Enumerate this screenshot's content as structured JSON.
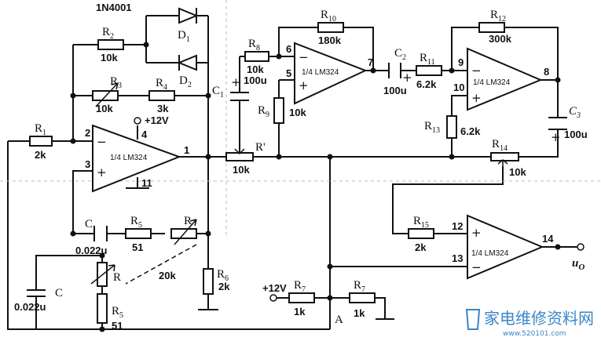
{
  "opamps": {
    "u1": {
      "label": "1/4 LM324",
      "pin_minus": "2",
      "pin_plus": "3",
      "pin_out": "1",
      "pin_vcc": "4",
      "pin_gnd": "11",
      "supply": "+12V"
    },
    "u2": {
      "label": "1/4 LM324",
      "pin_minus": "6",
      "pin_plus": "5",
      "pin_out": "7"
    },
    "u3": {
      "label": "1/4 LM324",
      "pin_minus": "9",
      "pin_plus": "10",
      "pin_out": "8"
    },
    "u4": {
      "label": "1/4 LM324",
      "pin_plus": "12",
      "pin_minus": "13",
      "pin_out": "14"
    }
  },
  "diodes": {
    "d1": {
      "name": "D",
      "sub": "1",
      "part": "1N4001"
    },
    "d2": {
      "name": "D",
      "sub": "2"
    }
  },
  "resistors": {
    "r1": {
      "name": "R",
      "sub": "1",
      "value": "2k"
    },
    "r2": {
      "name": "R",
      "sub": "2",
      "value": "10k"
    },
    "r3": {
      "name": "R",
      "sub": "3",
      "value": "10k"
    },
    "r4": {
      "name": "R",
      "sub": "4",
      "value": "3k"
    },
    "r5_top": {
      "name": "R",
      "sub": "5",
      "value": "51"
    },
    "r5_bot": {
      "name": "R",
      "sub": "5",
      "value": "51"
    },
    "r_var_top": {
      "name": "R"
    },
    "r_var_bot": {
      "name": "R"
    },
    "r_gang_value": "20k",
    "r6": {
      "name": "R",
      "sub": "6",
      "value": "2k"
    },
    "r_prime": {
      "name": "R'",
      "value": "10k"
    },
    "r7_left": {
      "name": "R",
      "sub": "7",
      "value": "1k"
    },
    "r7_right": {
      "name": "R",
      "sub": "7",
      "value": "1k"
    },
    "r8": {
      "name": "R",
      "sub": "8",
      "value": "10k"
    },
    "r9": {
      "name": "R",
      "sub": "9",
      "value": "10k"
    },
    "r10": {
      "name": "R",
      "sub": "10",
      "value": "180k"
    },
    "r11": {
      "name": "R",
      "sub": "11",
      "value": "6.2k"
    },
    "r12": {
      "name": "R",
      "sub": "12",
      "value": "300k"
    },
    "r13": {
      "name": "R",
      "sub": "13",
      "value": "6.2k"
    },
    "r14": {
      "name": "R",
      "sub": "14",
      "value": "10k"
    },
    "r15": {
      "name": "R",
      "sub": "15",
      "value": "2k"
    }
  },
  "capacitors": {
    "c_series": {
      "name": "C",
      "value": "0.022u"
    },
    "c_shunt": {
      "name": "C",
      "value": "0.022u"
    },
    "c1": {
      "name": "C",
      "sub": "1",
      "value": "100u"
    },
    "c2": {
      "name": "C",
      "sub": "2",
      "value": "100u"
    },
    "c3": {
      "name": "C",
      "sub": "3",
      "value": "100u"
    }
  },
  "supply_label": "+12V",
  "node_a": "A",
  "output": {
    "name": "u",
    "sub": "O"
  },
  "watermark": {
    "text": "家电维修资料网",
    "url": "www.520101.com"
  }
}
